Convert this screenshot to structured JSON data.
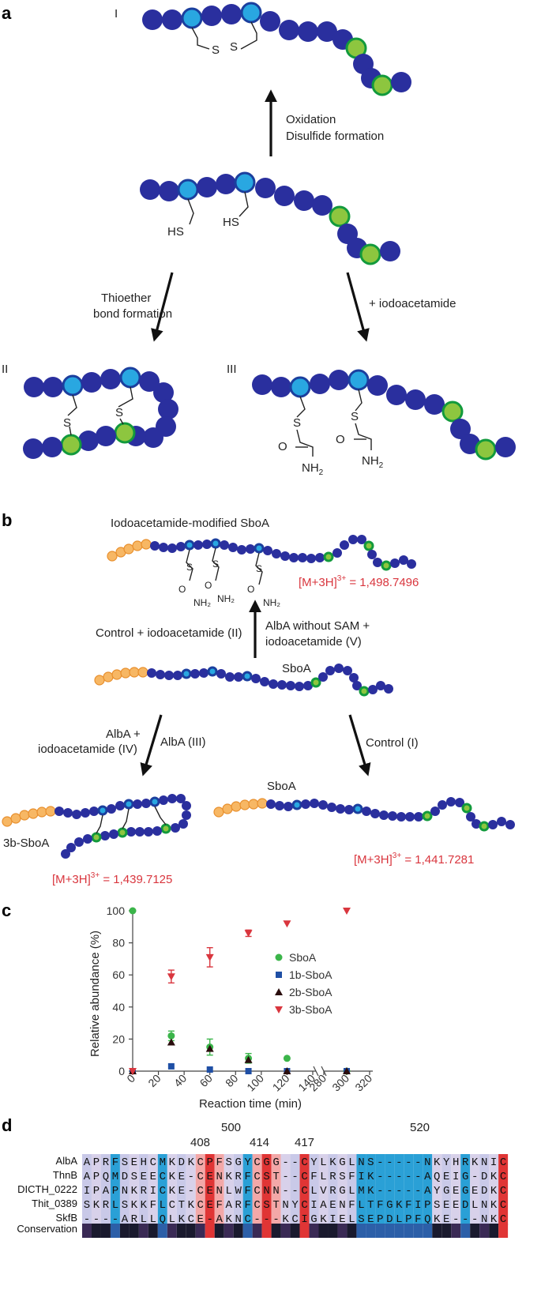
{
  "panel_a": {
    "label": "a",
    "state_I": "I",
    "state_II": "II",
    "state_III": "III",
    "s1": "S",
    "s2": "S",
    "hs1": "HS",
    "hs2": "HS",
    "oxidation": "Oxidation",
    "disulfide": "Disulfide formation",
    "thioether_1": "Thioether",
    "thioether_2": "bond formation",
    "iodo": "+ iodoacetamide",
    "s_II_1": "S",
    "s_II_2": "S",
    "s_III_1": "S",
    "s_III_2": "S",
    "o1": "O",
    "o2": "O",
    "nh2": "NH",
    "sub2": "2"
  },
  "panel_b": {
    "label": "b",
    "title_top": "Iodoacetamide-modified SboA",
    "mass_top_prefix": "[M+3H]",
    "mass_top_sup": "3+",
    "mass_top_val": " = 1,498.7496",
    "control_iodo": "Control + iodoacetamide (II)",
    "alba_nosam_1": "AlbA without SAM +",
    "alba_nosam_2": "iodoacetamide (V)",
    "sboa_mid": "SboA",
    "alba_iodo_1": "AlbA +",
    "alba_iodo_2": "iodoacetamide (IV)",
    "alba_iii": "AlbA (III)",
    "control_i": "Control (I)",
    "sboa_right": "SboA",
    "product_label": "3b-SboA",
    "mass_left_prefix": "[M+3H]",
    "mass_left_sup": "3+",
    "mass_left_val": " = 1,439.7125",
    "mass_right_prefix": "[M+3H]",
    "mass_right_sup": "3+",
    "mass_right_val": " = 1,441.7281",
    "small_s": "S",
    "small_o": "O",
    "small_nh2": "NH₂"
  },
  "panel_c": {
    "label": "c",
    "chart_data": {
      "type": "scatter",
      "xlabel": "Reaction time (min)",
      "ylabel": "Relative abundance (%)",
      "x_ticks_left": [
        "0",
        "20",
        "40",
        "60",
        "80",
        "100",
        "120",
        "140"
      ],
      "x_ticks_right": [
        "280",
        "300",
        "320"
      ],
      "y_ticks": [
        "0",
        "20",
        "40",
        "60",
        "80",
        "100"
      ],
      "ylim": [
        0,
        100
      ],
      "broken_x_axis": true,
      "legend_placement": "right",
      "series": [
        {
          "name": "SboA",
          "color": "#3bb54a",
          "marker": "circle",
          "points": [
            [
              0,
              100
            ],
            [
              30,
              22,
              3
            ],
            [
              60,
              15,
              5
            ],
            [
              90,
              8,
              3
            ],
            [
              120,
              8
            ],
            [
              300,
              0
            ]
          ]
        },
        {
          "name": "1b-SboA",
          "color": "#1f4fa5",
          "marker": "square",
          "points": [
            [
              0,
              0
            ],
            [
              30,
              3
            ],
            [
              60,
              1
            ],
            [
              90,
              0
            ],
            [
              120,
              0
            ],
            [
              300,
              0
            ]
          ]
        },
        {
          "name": "2b-SboA",
          "color": "#2a0d0d",
          "marker": "triangle-up",
          "points": [
            [
              0,
              0
            ],
            [
              30,
              18
            ],
            [
              60,
              14
            ],
            [
              90,
              7
            ],
            [
              120,
              0
            ],
            [
              300,
              0
            ]
          ]
        },
        {
          "name": "3b-SboA",
          "color": "#d9363e",
          "marker": "triangle-down",
          "points": [
            [
              0,
              0
            ],
            [
              30,
              59,
              4
            ],
            [
              60,
              71,
              6
            ],
            [
              90,
              86,
              2
            ],
            [
              120,
              92
            ],
            [
              300,
              100
            ]
          ]
        }
      ]
    }
  },
  "panel_d": {
    "label": "d",
    "num_500": "500",
    "num_520": "520",
    "num_408": "408",
    "num_414": "414",
    "num_417": "417",
    "conservation": "Conservation",
    "rows": [
      {
        "name": "AlbA",
        "seq": "APRFSEHCMKDKCPFSGYCGG--CYLKGLNS-----NKYHRKNIC"
      },
      {
        "name": "ThnB",
        "seq": "APQMDSEECKE-CENKRFCST--CFLRSFIK-----AQEIG-DKC"
      },
      {
        "name": "DICTH_0222",
        "seq": "IPAPNKRICKE-CENLWFCNN--CLVRGLMK-----AYGEGEDKC"
      },
      {
        "name": "Thit_0389",
        "seq": "SKRLSKKFLCTKCEFARFCSTNYCIAENFLTFGKFIPSEEDLNKC"
      },
      {
        "name": "SkfB",
        "seq": "----ARLLQLKCE-AKNC---KCIGKIELSEPDLPFQKE---NKC"
      }
    ]
  }
}
